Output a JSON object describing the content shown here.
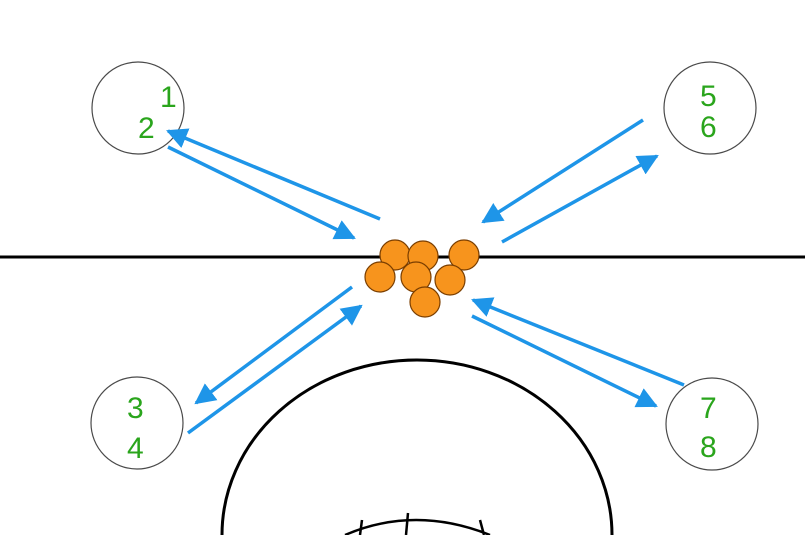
{
  "colors": {
    "background": "#ffffff",
    "line": "#000000",
    "circle_stroke": "#4a4a4a",
    "number_text": "#2aa51c",
    "arrow": "#1e95e8",
    "ball_fill": "#f7941d",
    "ball_stroke": "#7a3e00"
  },
  "stations": [
    {
      "id": "top-left",
      "numbers": [
        "1",
        "2"
      ]
    },
    {
      "id": "top-right",
      "numbers": [
        "5",
        "6"
      ]
    },
    {
      "id": "bottom-left",
      "numbers": [
        "3",
        "4"
      ]
    },
    {
      "id": "bottom-right",
      "numbers": [
        "7",
        "8"
      ]
    }
  ]
}
